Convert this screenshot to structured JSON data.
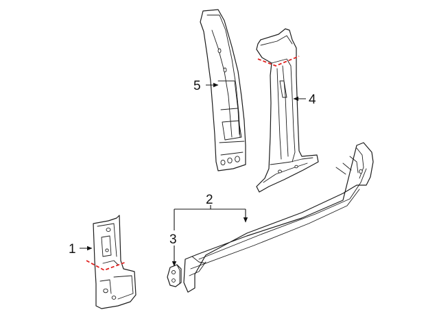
{
  "callouts": [
    {
      "id": "1",
      "label": "1"
    },
    {
      "id": "2",
      "label": "2"
    },
    {
      "id": "3",
      "label": "3"
    },
    {
      "id": "4",
      "label": "4"
    },
    {
      "id": "5",
      "label": "5"
    }
  ],
  "colors": {
    "line": "#1a1a1a",
    "cut_line": "#e0201e",
    "background": "#ffffff"
  }
}
